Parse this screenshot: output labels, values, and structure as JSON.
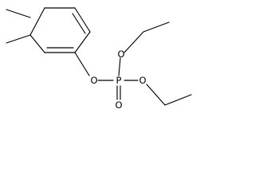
{
  "molecule": {
    "atoms": {
      "ester_oxygen": "O",
      "ethoxy_oxygen_upper": "O",
      "ethoxy_oxygen_lower": "O",
      "phosphorus": "P",
      "phosphoryl_oxygen": "O"
    }
  }
}
